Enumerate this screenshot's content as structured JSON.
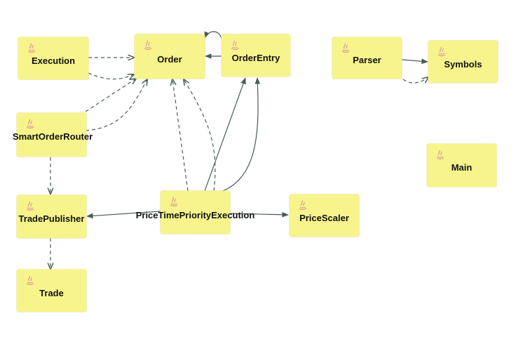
{
  "diagram": {
    "nodes": [
      {
        "id": "execution",
        "label": "Execution",
        "icon": "java-class-icon"
      },
      {
        "id": "order",
        "label": "Order",
        "icon": "java-class-icon"
      },
      {
        "id": "orderentry",
        "label": "OrderEntry",
        "icon": "java-class-icon"
      },
      {
        "id": "parser",
        "label": "Parser",
        "icon": "java-class-icon"
      },
      {
        "id": "symbols",
        "label": "Symbols",
        "icon": "java-class-icon"
      },
      {
        "id": "smartorderrouter",
        "label": "SmartOrderRouter",
        "icon": "java-class-icon"
      },
      {
        "id": "main",
        "label": "Main",
        "icon": "java-class-icon"
      },
      {
        "id": "tradepublisher",
        "label": "TradePublisher",
        "icon": "java-class-icon"
      },
      {
        "id": "pricetimepriorityexecution",
        "label": "PriceTimePriorityExecution",
        "icon": "java-class-icon"
      },
      {
        "id": "pricescaler",
        "label": "PriceScaler",
        "icon": "java-class-icon"
      },
      {
        "id": "trade",
        "label": "Trade",
        "icon": "java-class-icon"
      }
    ],
    "edges": [
      {
        "from": "execution",
        "to": "order",
        "style": "dashed"
      },
      {
        "from": "orderentry",
        "to": "order",
        "style": "solid"
      },
      {
        "from": "order",
        "to": "order",
        "style": "solid"
      },
      {
        "from": "parser",
        "to": "symbols",
        "style": "solid"
      },
      {
        "from": "parser",
        "to": "symbols",
        "style": "dashed"
      },
      {
        "from": "smartorderrouter",
        "to": "order",
        "style": "dashed"
      },
      {
        "from": "smartorderrouter",
        "to": "tradepublisher",
        "style": "dashed"
      },
      {
        "from": "pricetimepriorityexecution",
        "to": "order",
        "style": "dashed"
      },
      {
        "from": "pricetimepriorityexecution",
        "to": "orderentry",
        "style": "solid"
      },
      {
        "from": "pricetimepriorityexecution",
        "to": "tradepublisher",
        "style": "solid"
      },
      {
        "from": "pricetimepriorityexecution",
        "to": "pricescaler",
        "style": "solid"
      },
      {
        "from": "tradepublisher",
        "to": "trade",
        "style": "dashed"
      }
    ],
    "colors": {
      "node_fill": "#f7f48c",
      "edge": "#4a5a5a"
    }
  }
}
